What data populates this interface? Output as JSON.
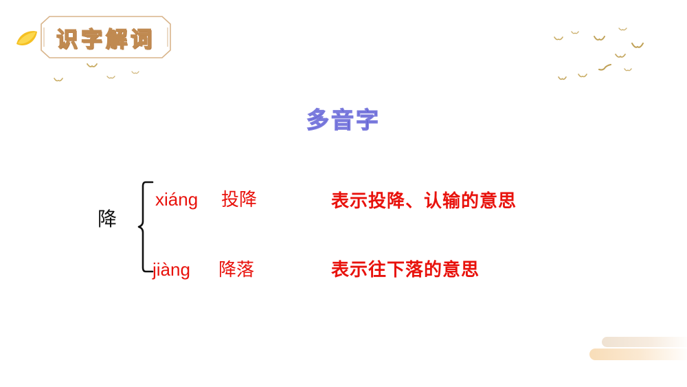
{
  "header": {
    "badge_label": "识字解词",
    "leaf_icon": "leaf-icon"
  },
  "main_title": "多音字",
  "content": {
    "head_character": "降",
    "entries": [
      {
        "pinyin": "xiáng",
        "word": "投降",
        "meaning": "表示投降、认输的意思"
      },
      {
        "pinyin": "jiàng",
        "word": "降落",
        "meaning": "表示往下落的意思"
      }
    ]
  },
  "colors": {
    "background": "#ffffff",
    "badge_text_fill": "#f2e2cf",
    "badge_text_stroke": "#c08a51",
    "badge_frame": "#d8b48a",
    "leaf": "#f5c022",
    "title_fill": "#2222bb",
    "title_stroke": "#7b7bdd",
    "entry_red": "#e8120c",
    "head_char_black": "#111111",
    "bird": "#c9ac63",
    "bar_cream": "#f6e3cb"
  },
  "decorations": {
    "birds_label": "flying-birds",
    "bars_label": "bottom-right-bars"
  }
}
